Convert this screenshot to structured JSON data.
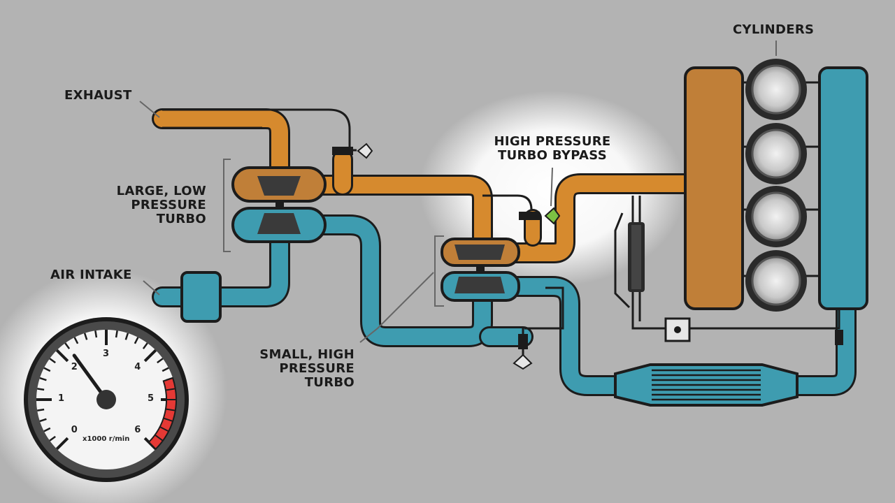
{
  "labels": {
    "exhaust": "EXHAUST",
    "cylinders": "CYLINDERS",
    "hp_bypass": [
      "HIGH PRESSURE",
      "TURBO BYPASS"
    ],
    "large_turbo": [
      "LARGE, LOW",
      "PRESSURE",
      "TURBO"
    ],
    "air_intake": "AIR INTAKE",
    "small_turbo": [
      "SMALL, HIGH",
      "PRESSURE",
      "TURBO"
    ]
  },
  "gauge": {
    "scale": [
      "0",
      "1",
      "2",
      "3",
      "4",
      "5",
      "6"
    ],
    "unit": "x1000 r/min",
    "reading_rpm_x1000": 2.2,
    "redline_start_x1000": 4.6
  },
  "colors": {
    "background": "#b3b3b3",
    "exhaust_pipe": "#d68a2e",
    "intake_pipe": "#3e9cb0",
    "bypass_valve": "#7cc243",
    "redline": "#e53935",
    "outline": "#1c1c1c"
  },
  "icons": [
    "tachometer-icon",
    "turbocharger-icon",
    "valve-icon",
    "actuator-icon",
    "intercooler-icon",
    "cylinder-icon"
  ]
}
